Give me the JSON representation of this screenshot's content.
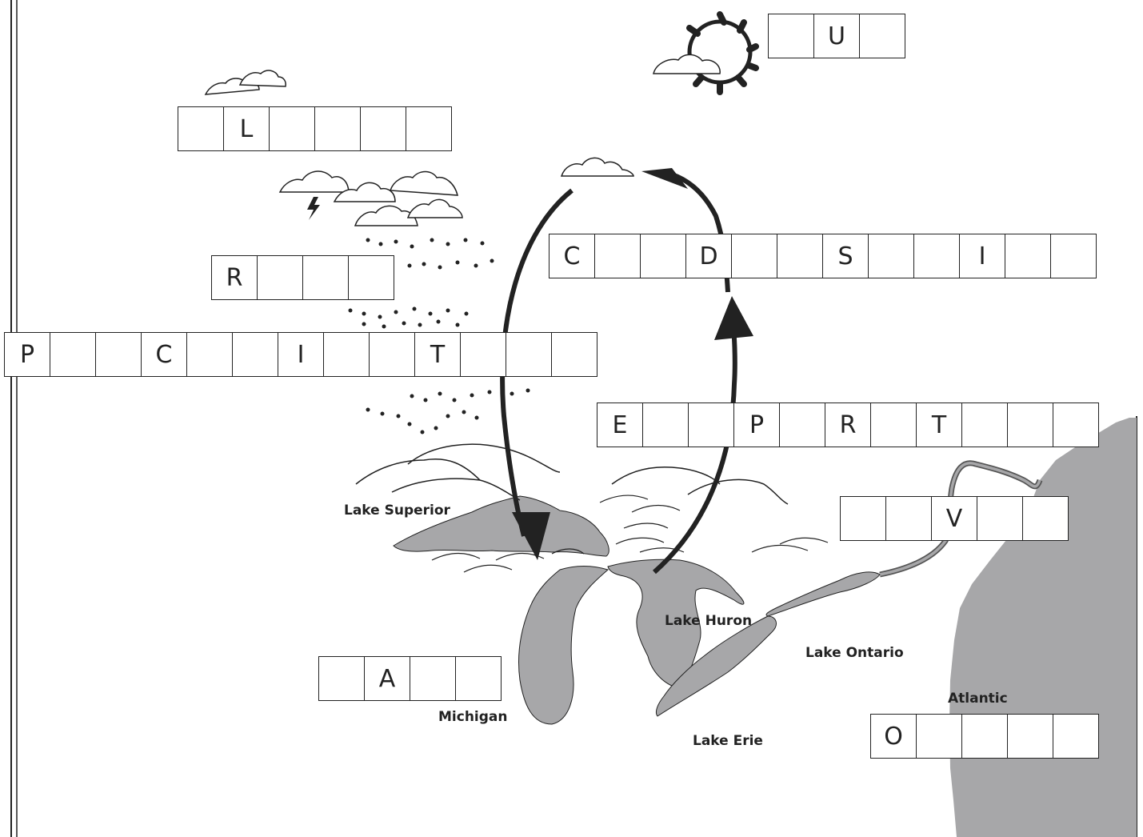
{
  "word_grids": {
    "sun_word": [
      "",
      "U",
      ""
    ],
    "cloud_word": [
      "",
      "L",
      "",
      "",
      "",
      ""
    ],
    "rain_word": [
      "R",
      "",
      "",
      ""
    ],
    "precipitation_word": [
      "P",
      "",
      "",
      "C",
      "",
      "",
      "I",
      "",
      "",
      "T",
      "",
      "",
      ""
    ],
    "condensation_word": [
      "C",
      "",
      "",
      "D",
      "",
      "",
      "S",
      "",
      "",
      "I",
      "",
      ""
    ],
    "evaporation_word": [
      "E",
      "",
      "",
      "P",
      "",
      "R",
      "",
      "T",
      "",
      "",
      ""
    ],
    "river_word": [
      "",
      "",
      "V",
      "",
      ""
    ],
    "lake_word": [
      "",
      "A",
      "",
      ""
    ],
    "ocean_word": [
      "O",
      "",
      "",
      "",
      ""
    ]
  },
  "map_labels": {
    "lake_superior": "Lake Superior",
    "lake_huron": "Lake Huron",
    "lake_ontario": "Lake Ontario",
    "lake_erie": "Lake Erie",
    "michigan": "Michigan",
    "atlantic": "Atlantic"
  },
  "colors": {
    "water_fill": "#a7a7a9",
    "ink": "#222222"
  }
}
